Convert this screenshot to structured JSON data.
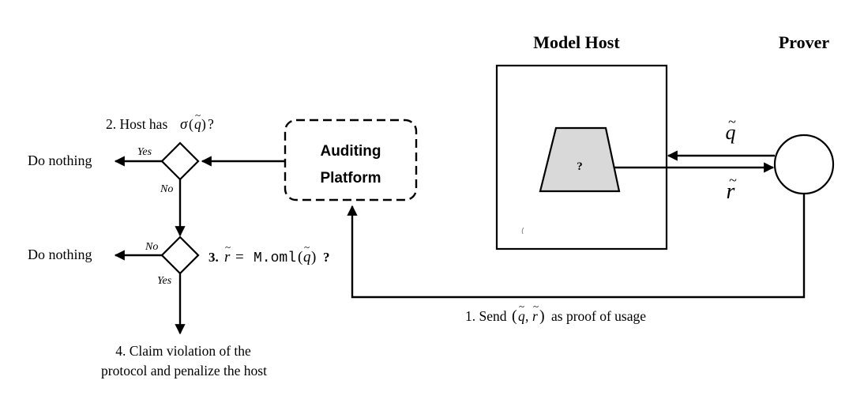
{
  "titles": {
    "model_host": "Model Host",
    "prover": "Prover"
  },
  "auditing_platform": {
    "line1": "Auditing",
    "line2": "Platform"
  },
  "model_box": {
    "question_mark": "?"
  },
  "arrows": {
    "q_tilde": "q",
    "r_tilde": "r",
    "tilde": "~"
  },
  "steps": {
    "step1_prefix": "1. Send",
    "step1_tuple_open": "(",
    "step1_tuple_q": "q",
    "step1_tuple_comma": ", ",
    "step1_tuple_r": "r",
    "step1_tuple_close": ")",
    "step1_suffix": "as proof of usage",
    "step2_prefix": "2. Host has",
    "step2_sigma": "σ",
    "step2_open": "(",
    "step2_q": "q",
    "step2_close": ")",
    "step2_suffix": "?",
    "step3_num": "3.",
    "step3_r": "r",
    "step3_eq": "=",
    "step3_code": "M.oml",
    "step3_open": "(",
    "step3_q": "q",
    "step3_close": ")",
    "step3_suffix": "?",
    "step4_line1": "4. Claim violation of the",
    "step4_line2": "protocol and penalize the host"
  },
  "decisions": {
    "d1_yes": "Yes",
    "d1_no": "No",
    "d2_no": "No",
    "d2_yes": "Yes"
  },
  "outcomes": {
    "do_nothing_1": "Do nothing",
    "do_nothing_2": "Do nothing"
  },
  "colors": {
    "stroke": "#000000",
    "model_fill": "#d9d9d9",
    "background": "#ffffff"
  }
}
